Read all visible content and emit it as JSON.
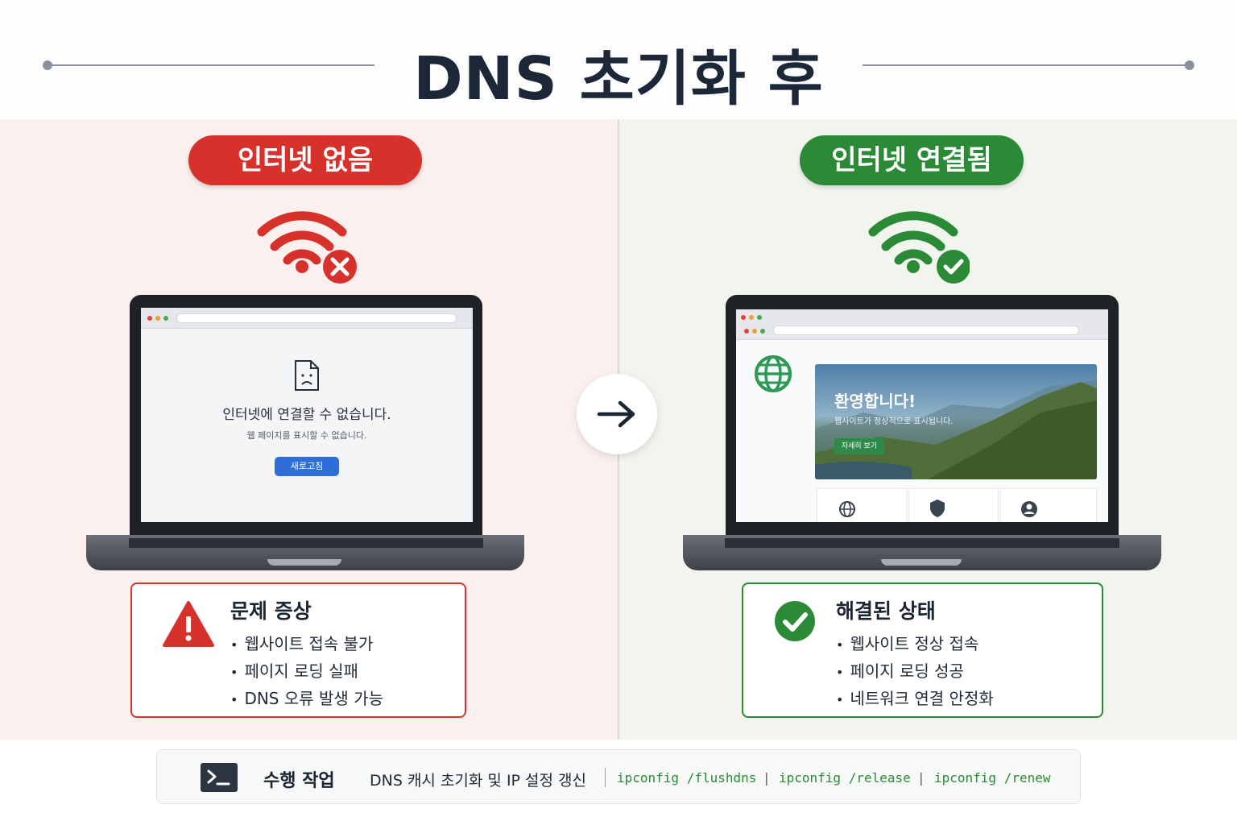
{
  "header": {
    "title": "DNS 초기화 후"
  },
  "before": {
    "status_label": "인터넷 없음",
    "status_color": "#d6312b",
    "browser": {
      "error_title": "인터넷에 연결할 수 없습니다.",
      "error_subtitle": "웹 페이지를 표시할 수 없습니다.",
      "reload_button": "새로고침"
    },
    "info": {
      "title": "문제 증상",
      "items": [
        "웹사이트 접속 불가",
        "페이지 로딩 실패",
        "DNS 오류 발생 가능"
      ]
    }
  },
  "after": {
    "status_label": "인터넷 연결됨",
    "status_color": "#2a8a36",
    "browser": {
      "hero_title": "환영합니다!",
      "hero_subtitle": "웹사이트가 정상적으로 표시됩니다.",
      "hero_button": "자세히 보기"
    },
    "info": {
      "title": "해결된 상태",
      "items": [
        "웹사이트 정상 접속",
        "페이지 로딩 성공",
        "네트워크 연결 안정화"
      ]
    }
  },
  "task_bar": {
    "label": "수행 작업",
    "description": "DNS 캐시 초기화 및 IP 설정 갱신",
    "commands": [
      "ipconfig /flushdns",
      "ipconfig /release",
      "ipconfig /renew"
    ]
  },
  "icons": [
    "wifi-error-icon",
    "wifi-check-icon",
    "sad-document-icon",
    "globe-icon",
    "shield-icon",
    "user-icon",
    "arrow-right-icon",
    "warning-icon",
    "check-circle-icon",
    "terminal-icon"
  ]
}
